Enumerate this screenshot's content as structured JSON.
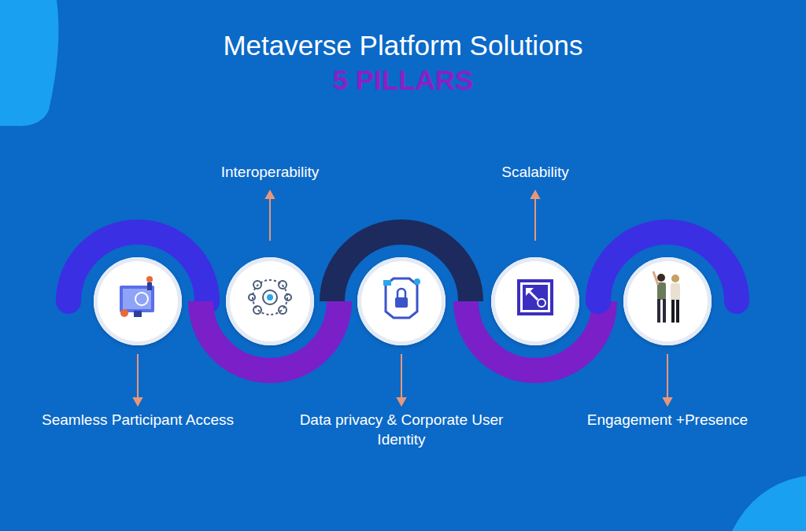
{
  "diagram": {
    "title": "Metaverse Platform Solutions",
    "nodes": [
      {
        "text": [
          "Seamless Participant Access"
        ]
      },
      {
        "text": [
          "Interoperability"
        ]
      },
      {
        "text": [
          "Data privacy & Corporate User Identity"
        ]
      },
      {
        "text": [
          "Scalability"
        ]
      },
      {
        "text": [
          "Engagement +Presence"
        ]
      }
    ],
    "labels": [
      "5 PILLARS"
    ]
  }
}
